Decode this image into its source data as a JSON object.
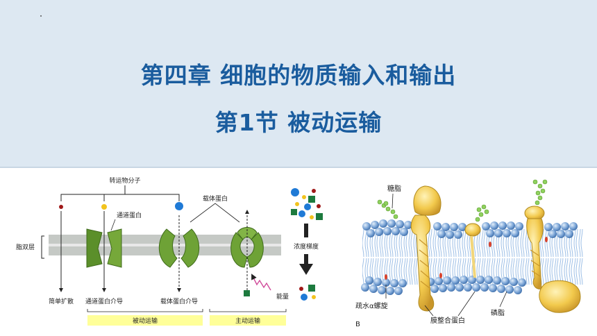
{
  "slide": {
    "title_line1": "第四章  细胞的物质输入和输出",
    "title_line2": "第1节  被动运输"
  },
  "left_figure": {
    "transported_molecules": "转运物分子",
    "channel_protein": "通道蛋白",
    "carrier_protein": "载体蛋白",
    "lipid_bilayer": "脂双层",
    "simple_diffusion": "简单扩散",
    "channel_mediated": "通道蛋白介导",
    "carrier_mediated": "载体蛋白介导",
    "concentration_gradient": "浓度梯度",
    "energy": "能量",
    "passive_transport": "被动运输",
    "active_transport": "主动运输"
  },
  "right_figure": {
    "glycolipid": "糖脂",
    "hydrophobic_helix": "疏水α螺旋",
    "integral_protein": "膜整合蛋白",
    "phospholipid": "磷脂",
    "panel_letter": "B"
  }
}
